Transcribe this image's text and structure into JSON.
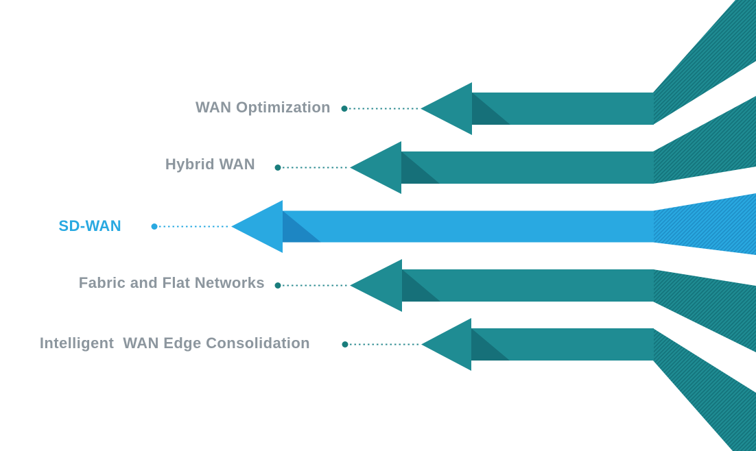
{
  "background": "#FFFFFF",
  "palette": {
    "teal": "#1F8C93",
    "teal_hatch_stripe": "#14737B",
    "teal_shadow": "#167079",
    "teal_dot": "#1A7D7C",
    "teal_leader": "#2F8C92",
    "blue": "#29A9E1",
    "blue_hatch_stripe": "#1F8FC8",
    "blue_shadow": "#1D86C3",
    "blue_dot": "#29A9E1",
    "label_gray": "#8C969E"
  },
  "rows": [
    {
      "id": "wan-optimization",
      "label": "WAN Optimization",
      "color": "#1F8C93",
      "shadow": "#167079",
      "dot": "#1A7D7C",
      "leader": "#2F8C92",
      "highlighted": false
    },
    {
      "id": "hybrid-wan",
      "label": "Hybrid WAN",
      "color": "#1F8C93",
      "shadow": "#167079",
      "dot": "#1A7D7C",
      "leader": "#2F8C92",
      "highlighted": false
    },
    {
      "id": "sd-wan",
      "label": "SD-WAN",
      "color": "#29A9E1",
      "shadow": "#1D86C3",
      "dot": "#29A9E1",
      "leader": "#29A9E1",
      "highlighted": true
    },
    {
      "id": "fabric-and-flat-networks",
      "label": "Fabric and Flat Networks",
      "color": "#1F8C93",
      "shadow": "#167079",
      "dot": "#1A7D7C",
      "leader": "#2F8C92",
      "highlighted": false
    },
    {
      "id": "intelligent-wan-edge-consolidation",
      "label": "Intelligent  WAN Edge Consolidation",
      "color": "#1F8C93",
      "shadow": "#167079",
      "dot": "#1A7D7C",
      "leader": "#2F8C92",
      "highlighted": false
    }
  ]
}
